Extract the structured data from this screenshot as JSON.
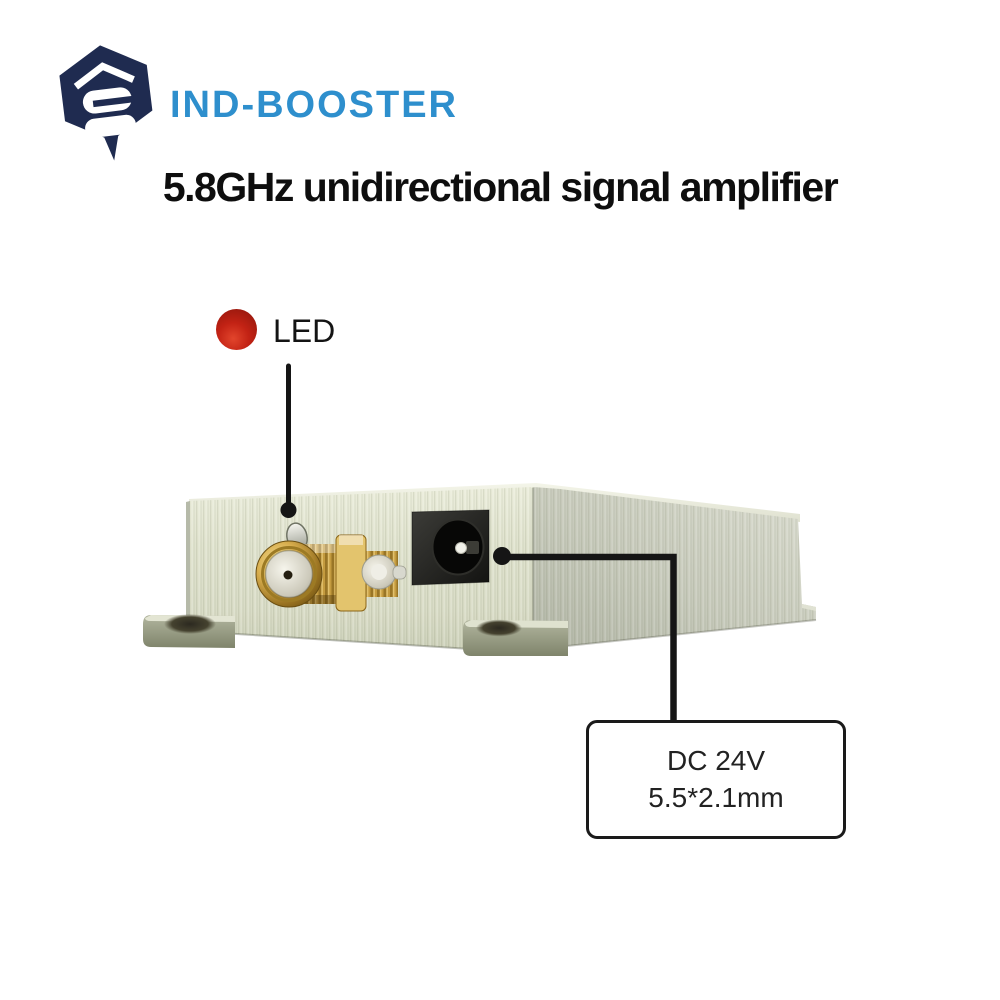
{
  "brand": {
    "name": "IND-BOOSTER",
    "logo_icon": "hexagon-beehive-icon",
    "colors": {
      "navy": "#1f2b50",
      "blue": "#2e8fcd"
    }
  },
  "title": "5.8GHz unidirectional signal amplifier",
  "annotations": {
    "led": {
      "label": "LED",
      "indicator_color": "#c22214"
    },
    "power_jack": {
      "line1": "DC 24V",
      "line2": "5.5*2.1mm"
    }
  },
  "device": {
    "visible_parts": [
      "led-hole",
      "sma-connector",
      "dc-power-jack",
      "mounting-flanges"
    ],
    "enclosure_color": "#dde0cb"
  }
}
